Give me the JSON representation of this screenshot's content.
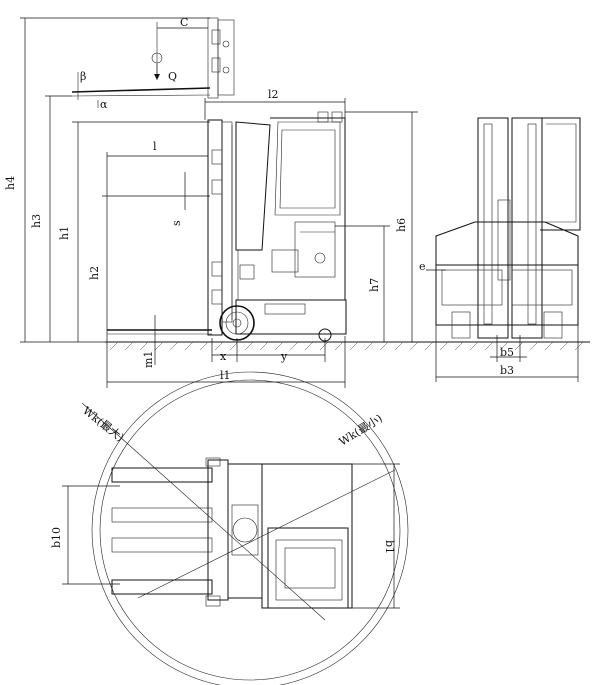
{
  "labels": {
    "c": "C",
    "q": "Q",
    "beta": "β",
    "alpha": "α",
    "l2": "l2",
    "l": "l",
    "s": "s",
    "h4": "h4",
    "h3": "h3",
    "h1": "h1",
    "h2": "h2",
    "h6": "h6",
    "h7": "h7",
    "m1": "m1",
    "x": "x",
    "y": "y",
    "l1": "l1",
    "e": "e",
    "b5": "b5",
    "b3": "b3",
    "wa_max": "Wk(最大)",
    "wa_min": "Wk(最小)",
    "b10": "b10",
    "b1": "b1"
  }
}
